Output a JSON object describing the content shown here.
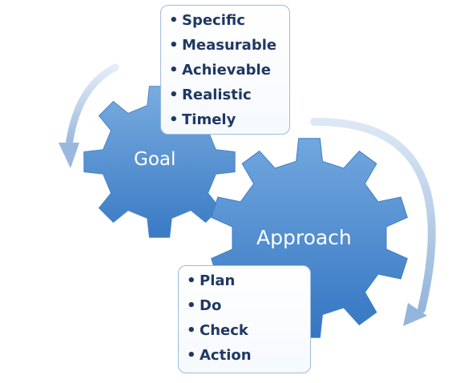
{
  "goal_gear": {
    "label": "Goal"
  },
  "approach_gear": {
    "label": "Approach"
  },
  "goal_box": {
    "items": [
      "Specific",
      "Measurable",
      "Achievable",
      "Realistic",
      "Timely"
    ]
  },
  "approach_box": {
    "items": [
      "Plan",
      "Do",
      "Check",
      "Action"
    ]
  },
  "bullet_glyph": "•",
  "colors": {
    "gear_light": "#6fa3dc",
    "gear_dark": "#3a7ac4",
    "text_dark": "#1f3864",
    "box_border": "#9dbcdc",
    "arrow": "#a9c3e2"
  }
}
